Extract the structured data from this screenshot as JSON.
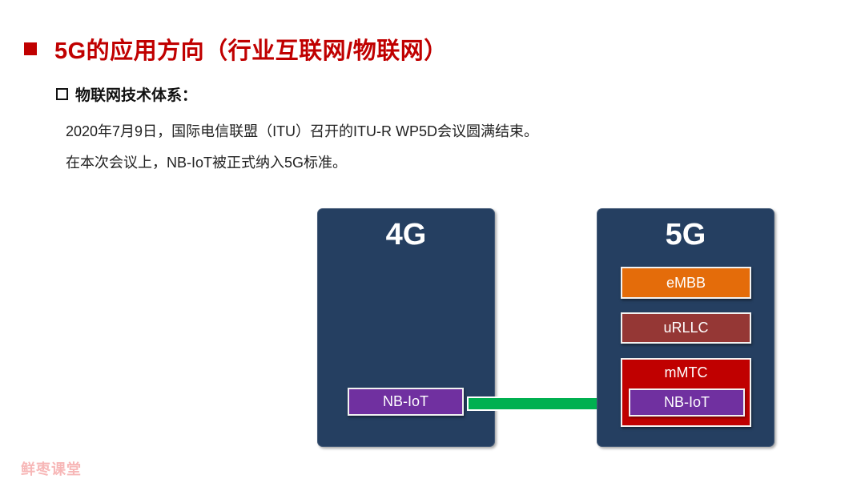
{
  "slide": {
    "title": "5G的应用方向（行业互联网/物联网）",
    "subtitle": "物联网技术体系：",
    "body_lines": [
      "2020年7月9日，国际电信联盟（ITU）召开的ITU-R WP5D会议圆满结束。",
      "在本次会议上，NB-IoT被正式纳入5G标准。"
    ]
  },
  "diagram": {
    "panel_4g": {
      "title": "4G",
      "items": [
        "NB-IoT"
      ]
    },
    "panel_5g": {
      "title": "5G",
      "items": [
        "eMBB",
        "uRLLC",
        "mMTC"
      ],
      "mmtc_child": "NB-IoT"
    },
    "arrow": {
      "from": "4G NB-IoT",
      "to": "5G mMTC NB-IoT",
      "color": "#00b050"
    },
    "colors": {
      "panel": "#253f61",
      "nbiot": "#7030a0",
      "embb": "#e46c0a",
      "urllc": "#953735",
      "mmtc": "#c00000",
      "title": "#c00000"
    }
  },
  "watermark": "鲜枣课堂"
}
